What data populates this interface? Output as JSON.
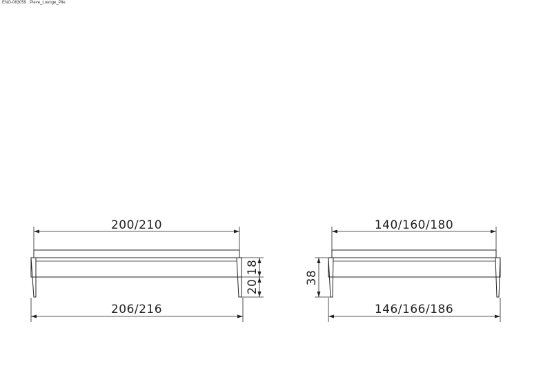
{
  "header": {
    "label": "ENG-063059 , Pieve_Lounge_Pile"
  },
  "side_view": {
    "top_length": "200/210",
    "overall_length": "206/216",
    "height_frame": "18",
    "height_legs_gap": "20"
  },
  "end_view": {
    "top_width": "140/160/180",
    "overall_width": "146/166/186",
    "total_height": "38"
  },
  "colors": {
    "line": "#222222",
    "background": "#ffffff"
  }
}
